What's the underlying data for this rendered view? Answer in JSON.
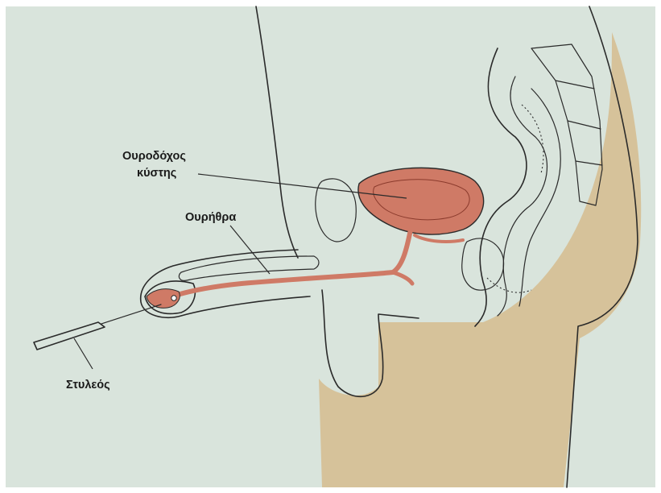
{
  "labels": {
    "bladder_line1": "Ουροδόχος",
    "bladder_line2": "κύστης",
    "urethra": "Ουρήθρα",
    "stylet": "Στυλεός"
  },
  "colors": {
    "background": "#ffffff",
    "skin": "#d9e4dc",
    "tissue": "#d6c29a",
    "organ": "#cf7a66",
    "organ_dark": "#b85a48",
    "line": "#2a2a2a"
  }
}
